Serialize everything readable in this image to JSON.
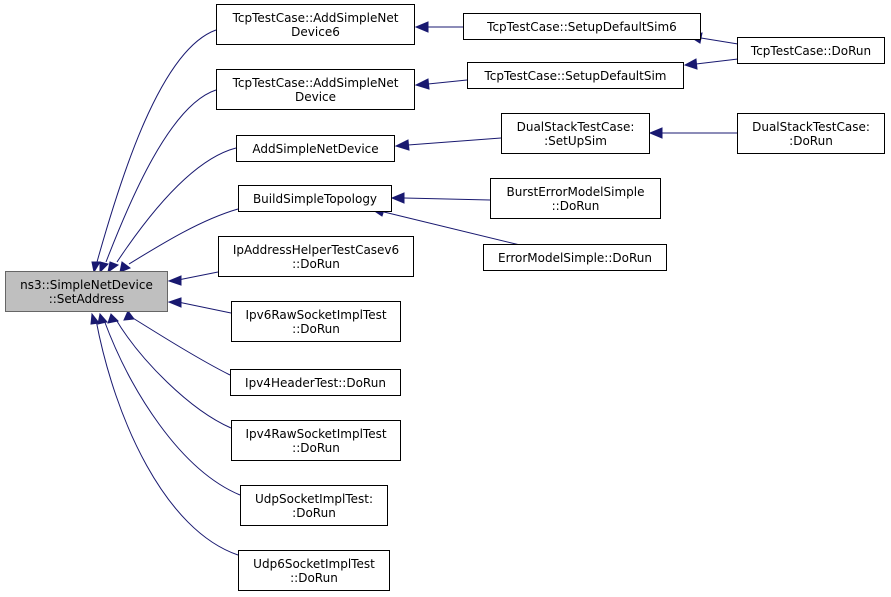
{
  "colors": {
    "edge": "#191970",
    "root_fill": "#bfbfbf",
    "root_border": "#666666",
    "node_border": "#000000",
    "background": "#ffffff"
  },
  "nodes": {
    "root": [
      "ns3::SimpleNetDevice",
      "::SetAddress"
    ],
    "tcp_add6": [
      "TcpTestCase::AddSimpleNet",
      "Device6"
    ],
    "tcp_add": [
      "TcpTestCase::AddSimpleNet",
      "Device"
    ],
    "add_simple": [
      "AddSimpleNetDevice"
    ],
    "build_topo": [
      "BuildSimpleTopology"
    ],
    "ip_helper": [
      "IpAddressHelperTestCasev6",
      "::DoRun"
    ],
    "ipv6_raw": [
      "Ipv6RawSocketImplTest",
      "::DoRun"
    ],
    "ipv4_header": [
      "Ipv4HeaderTest::DoRun"
    ],
    "ipv4_raw": [
      "Ipv4RawSocketImplTest",
      "::DoRun"
    ],
    "udp_sock": [
      "UdpSocketImplTest:",
      ":DoRun"
    ],
    "udp6_sock": [
      "Udp6SocketImplTest",
      "::DoRun"
    ],
    "tcp_setup6": [
      "TcpTestCase::SetupDefaultSim6"
    ],
    "tcp_setup": [
      "TcpTestCase::SetupDefaultSim"
    ],
    "dual_setup": [
      "DualStackTestCase:",
      ":SetUpSim"
    ],
    "burst": [
      "BurstErrorModelSimple",
      "::DoRun"
    ],
    "err_model": [
      "ErrorModelSimple::DoRun"
    ],
    "tcp_dorun": [
      "TcpTestCase::DoRun"
    ],
    "dual_dorun": [
      "DualStackTestCase:",
      ":DoRun"
    ]
  },
  "edges": [
    [
      "tcp_add6",
      "root"
    ],
    [
      "tcp_add",
      "root"
    ],
    [
      "add_simple",
      "root"
    ],
    [
      "build_topo",
      "root"
    ],
    [
      "ip_helper",
      "root"
    ],
    [
      "ipv6_raw",
      "root"
    ],
    [
      "ipv4_header",
      "root"
    ],
    [
      "ipv4_raw",
      "root"
    ],
    [
      "udp_sock",
      "root"
    ],
    [
      "udp6_sock",
      "root"
    ],
    [
      "tcp_setup6",
      "tcp_add6"
    ],
    [
      "tcp_setup",
      "tcp_add"
    ],
    [
      "dual_setup",
      "add_simple"
    ],
    [
      "burst",
      "build_topo"
    ],
    [
      "err_model",
      "build_topo"
    ],
    [
      "tcp_dorun",
      "tcp_setup6"
    ],
    [
      "tcp_dorun",
      "tcp_setup"
    ],
    [
      "dual_dorun",
      "dual_setup"
    ]
  ]
}
